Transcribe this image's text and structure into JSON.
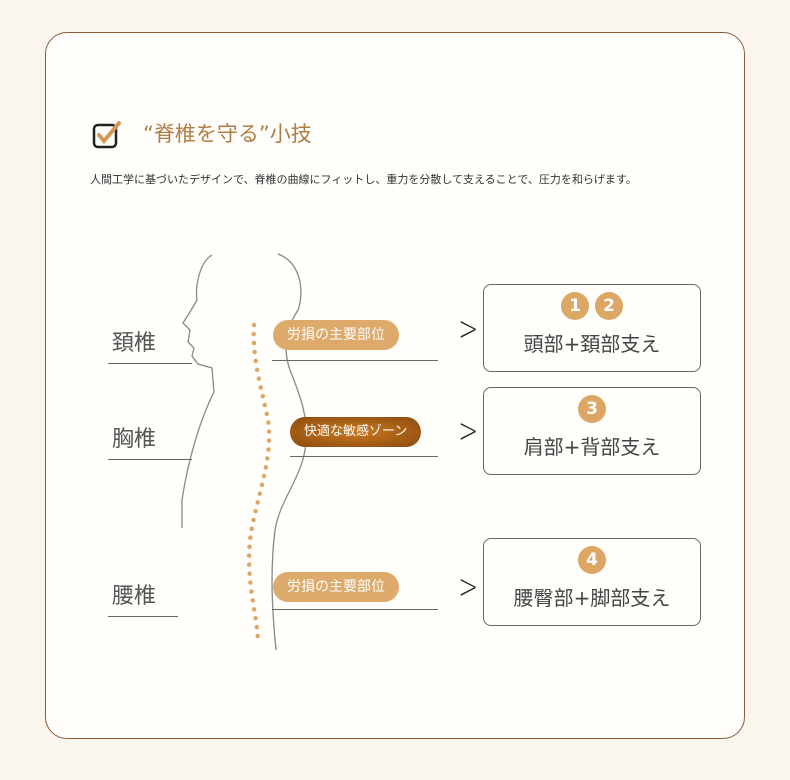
{
  "title": "“脊椎を守る”小技",
  "description": "人間工学に基づいたデザインで、脊椎の曲線にフィットし、重力を分散して支えることで、圧力を和らげます。",
  "vertebrae": {
    "neck": "頚椎",
    "thoracic": "胸椎",
    "lumbar": "腰椎"
  },
  "tags": {
    "neck": "労損の主要部位",
    "thoracic": "快適な敏感ゾーン",
    "lumbar": "労損の主要部位"
  },
  "boxes": [
    {
      "numbers": [
        "1",
        "2"
      ],
      "label": "頭部+頚部支え"
    },
    {
      "numbers": [
        "3"
      ],
      "label": "肩部+背部支え"
    },
    {
      "numbers": [
        "4"
      ],
      "label": "腰臀部+脚部支え"
    }
  ],
  "colors": {
    "accent": "#ddaa6c",
    "dark_accent": "#a85e16",
    "border": "#8a5a3a"
  }
}
